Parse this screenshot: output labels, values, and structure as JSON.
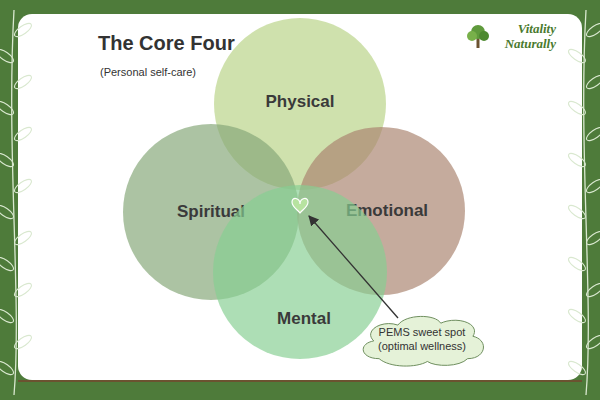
{
  "diagram": {
    "title": "The Core Four",
    "nodes": [
      {
        "text": [
          "Physical"
        ]
      },
      {
        "text": [
          "Spiritual"
        ]
      },
      {
        "text": [
          "Emotional"
        ]
      },
      {
        "text": [
          "Mental"
        ]
      },
      {
        "text": [
          "PEMS sweet spot (optimal wellness)"
        ]
      }
    ],
    "labels": [
      "(Personal self-care)",
      "Vitality Naturally"
    ]
  }
}
